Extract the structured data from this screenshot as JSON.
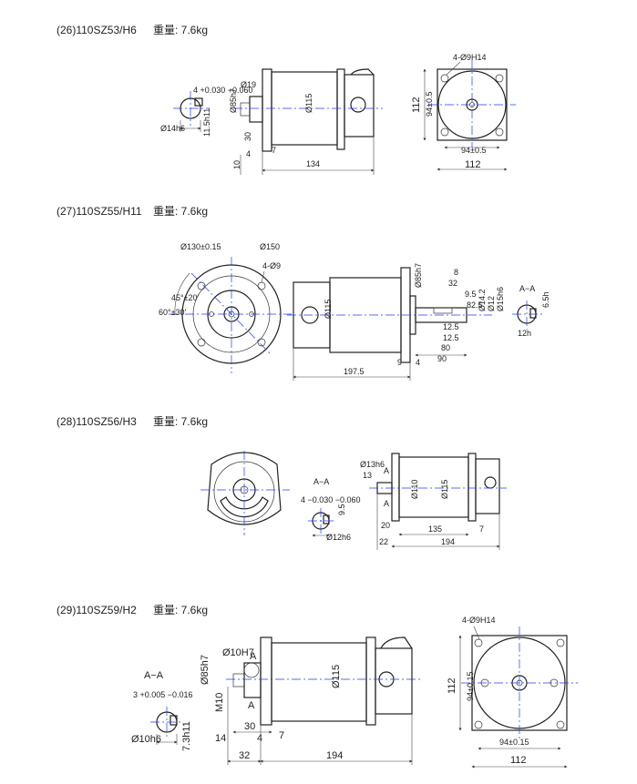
{
  "colors": {
    "line": "#222222",
    "centerline": "#1e3cff",
    "background": "#ffffff"
  },
  "m26": {
    "title": "(26)110SZ53/H6",
    "weight": "重量: 7.6kg",
    "labels": {
      "key_tol": "4 +0.030 −0.060",
      "shaft_d": "Ø14h6",
      "keyway": "11.5h11",
      "fit_d": "Ø19",
      "spigot": "Ø85h7",
      "len_4": "4",
      "len_7": "7",
      "len_10": "10",
      "len_30": "30",
      "body_d": "Ø115",
      "len_134": "134",
      "holes": "4-Ø9H14",
      "pcd_v": "94±0.5",
      "pcd_h": "94±0.5",
      "size_h": "112",
      "size_w": "112"
    }
  },
  "m27": {
    "title": "(27)110SZ55/H11",
    "weight": "重量: 7.6kg",
    "labels": {
      "pcd": "Ø130±0.15",
      "flange": "Ø150",
      "holes": "4-Ø9",
      "ang1": "45°±20'",
      "ang2": "60°±30'",
      "spigot": "Ø85h7",
      "body_d": "Ø115",
      "d_15h": "Ø15h6",
      "d_14": "Ø14.2",
      "d_12": "Ø12",
      "len_32": "32",
      "len_8": "8",
      "len_9_5": "9.5",
      "len_82_5": "82.5",
      "len_12_5": "12.5",
      "len_12_5b": "12.5",
      "len_80": "80",
      "len_90": "90",
      "len_9": "9",
      "len_4": "4",
      "len_197": "197.5",
      "section": "A−A",
      "key_d": "6.5h",
      "key_w": "12h"
    }
  },
  "m28": {
    "title": "(28)110SZ56/H3",
    "weight": "重量: 7.6kg",
    "labels": {
      "section": "A−A",
      "key_tol": "4 −0.030 −0.060",
      "key_9": "9.5",
      "shaft_d": "Ø12h6",
      "d_13": "Ø13h6",
      "len_13": "13",
      "mark_a": "A",
      "mark_a2": "A",
      "body_d": "Ø110",
      "body_d2": "Ø115",
      "len_20": "20",
      "len_135": "135",
      "len_7": "7",
      "len_22": "22",
      "len_194": "194"
    }
  },
  "m29": {
    "title": "(29)110SZ59/H2",
    "weight": "重量: 7.6kg",
    "labels": {
      "section": "A−A",
      "key_tol": "3 +0.005 −0.016",
      "shaft_d": "Ø10h6",
      "keyway": "7.3h11",
      "fit_d": "Ø10H7",
      "mark_a": "A",
      "mark_a2": "A",
      "spigot": "Ø85h7",
      "thread": "M10",
      "body_d": "Ø115",
      "len_30": "30",
      "len_4": "4",
      "len_7": "7",
      "len_14": "14",
      "len_32": "32",
      "len_194": "194",
      "holes": "4-Ø9H14",
      "pcd_v": "94±0.15",
      "pcd_h": "94±0.15",
      "size_h": "112",
      "size_w": "112"
    }
  }
}
